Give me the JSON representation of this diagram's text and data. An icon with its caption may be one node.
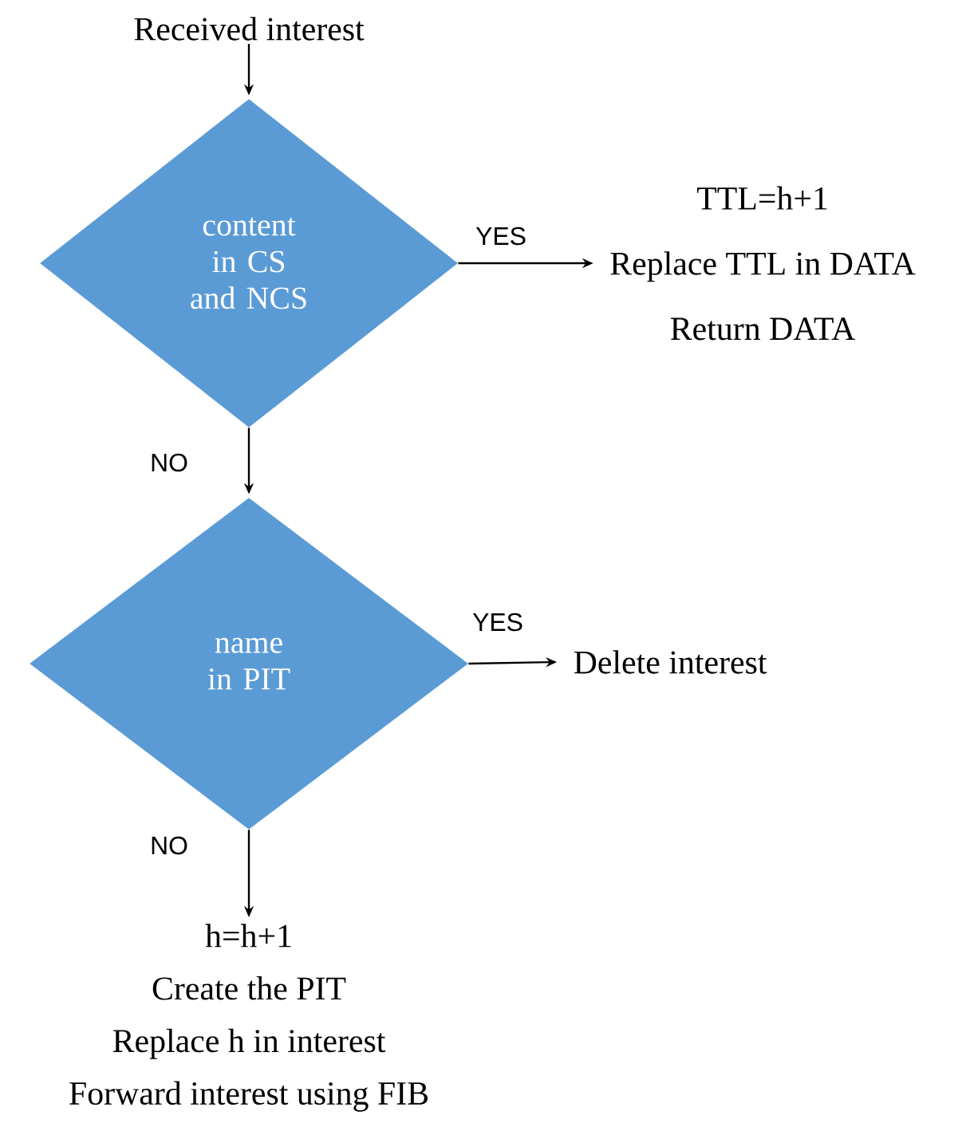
{
  "diagram": {
    "nodes": [
      {
        "text": [
          "Received interest"
        ]
      },
      {
        "text": [
          "content in CS and NCS"
        ]
      },
      {
        "text": [
          "TTL=h+1",
          "Replace TTL in DATA",
          "Return DATA"
        ]
      },
      {
        "text": [
          "name in PIT"
        ]
      },
      {
        "text": [
          "Delete interest"
        ]
      },
      {
        "text": [
          "h=h+1",
          "Create the PIT",
          "Replace h in interest",
          "Forward interest using FIB"
        ]
      }
    ],
    "edges": [
      {
        "from": 0,
        "to": 1,
        "arrow": "to"
      },
      {
        "from": 1,
        "to": 2,
        "arrow": "to",
        "label": "YES"
      },
      {
        "from": 1,
        "to": 3,
        "arrow": "to",
        "label": "NO"
      },
      {
        "from": 3,
        "to": 4,
        "arrow": "to",
        "label": "YES"
      },
      {
        "from": 3,
        "to": 5,
        "arrow": "to",
        "label": "NO"
      }
    ]
  }
}
